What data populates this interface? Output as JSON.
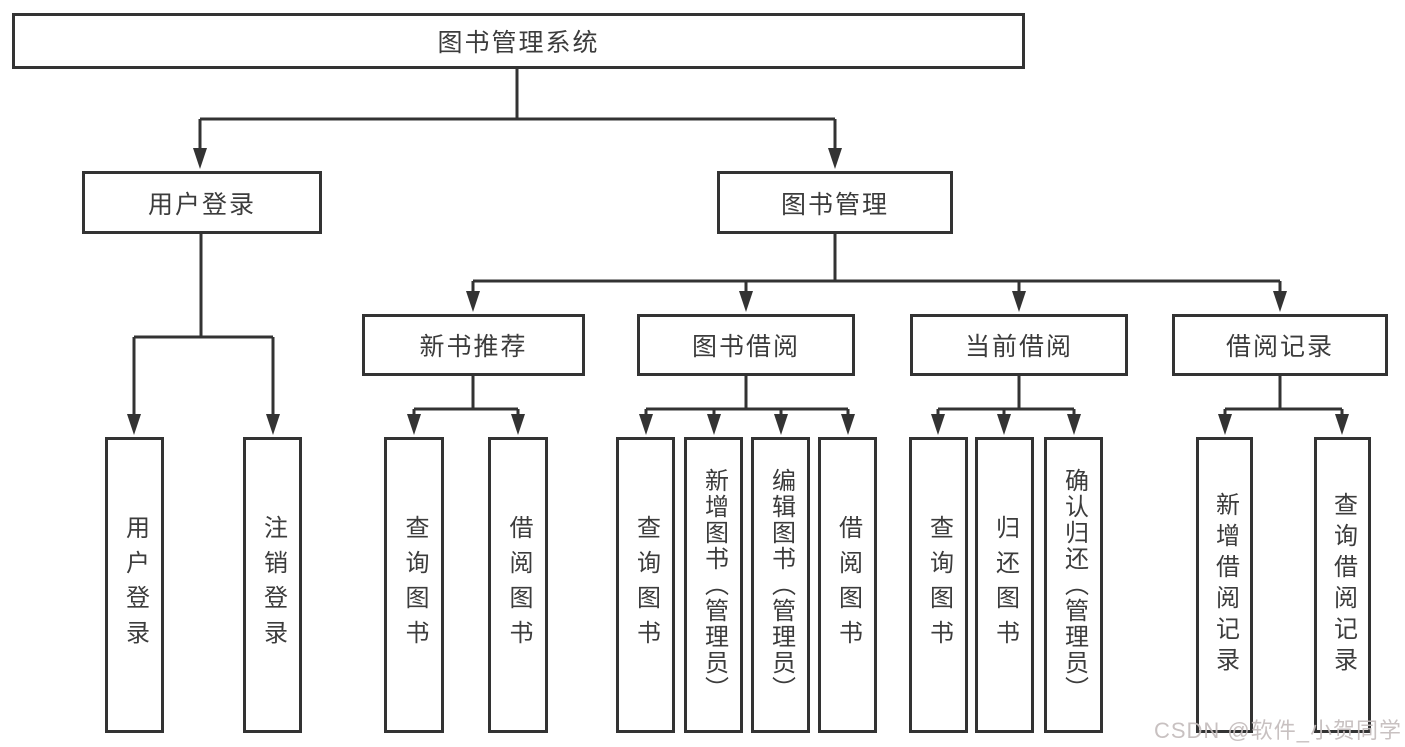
{
  "tree": {
    "root": {
      "label": "图书管理系统"
    },
    "branches": [
      {
        "label": "用户登录",
        "children": [
          "用户登录",
          "注销登录"
        ]
      },
      {
        "label": "图书管理",
        "children": [
          {
            "label": "新书推荐",
            "children": [
              "查询图书",
              "借阅图书"
            ]
          },
          {
            "label": "图书借阅",
            "children": [
              "查询图书",
              "新增图书（管理员）",
              "编辑图书（管理员）",
              "借阅图书"
            ]
          },
          {
            "label": "当前借阅",
            "children": [
              "查询图书",
              "归还图书",
              "确认归还（管理员）"
            ]
          },
          {
            "label": "借阅记录",
            "children": [
              "新增借阅记录",
              "查询借阅记录"
            ]
          }
        ]
      }
    ]
  },
  "watermark": "CSDN @软件_小贺同学",
  "colors": {
    "line": "#333333",
    "text": "#3c3c3c",
    "background": "#ffffff",
    "watermark": "#c4bcbc"
  }
}
